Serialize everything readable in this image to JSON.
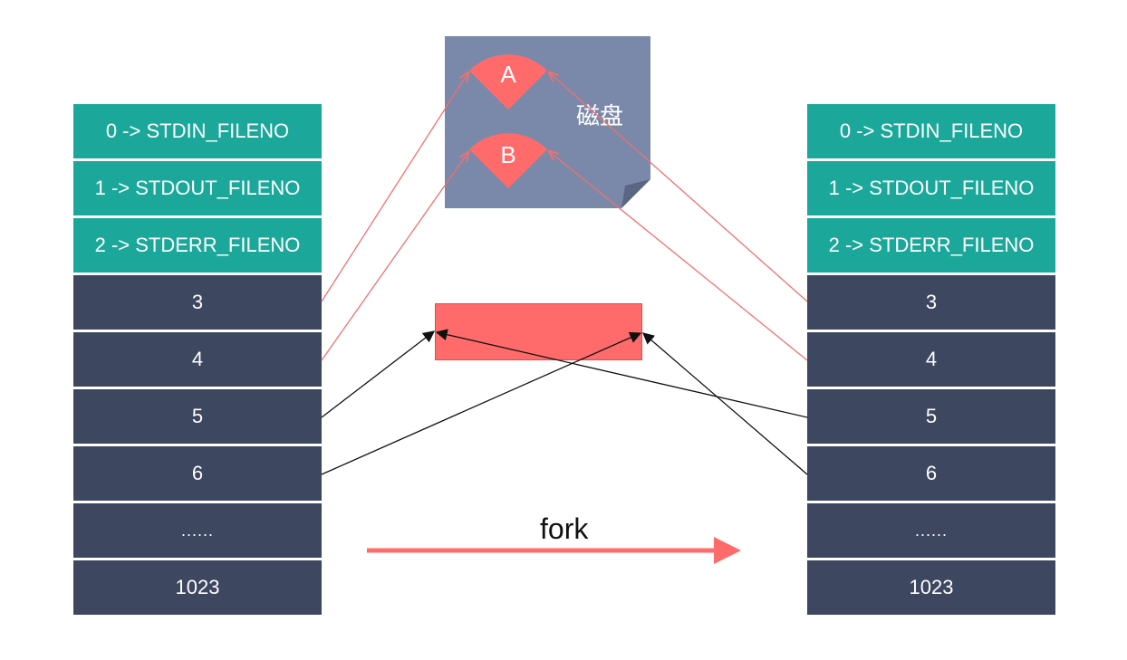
{
  "left_table": {
    "rows": [
      "0 -> STDIN_FILENO",
      "1 -> STDOUT_FILENO",
      "2 -> STDERR_FILENO",
      "3",
      "4",
      "5",
      "6",
      "......",
      "1023"
    ]
  },
  "right_table": {
    "rows": [
      "0 -> STDIN_FILENO",
      "1 -> STDOUT_FILENO",
      "2 -> STDERR_FILENO",
      "3",
      "4",
      "5",
      "6",
      "......",
      "1023"
    ]
  },
  "disk": {
    "label": "磁盘",
    "sectors": [
      "A",
      "B"
    ]
  },
  "fork_label": "fork",
  "colors": {
    "std_row": "#1ba89a",
    "fd_row": "#3d4760",
    "disk": "#7a89a9",
    "sector": "#ff6b6b",
    "buffer": "#ff6b6b",
    "red_line": "#f07070",
    "black_line": "#111111"
  }
}
